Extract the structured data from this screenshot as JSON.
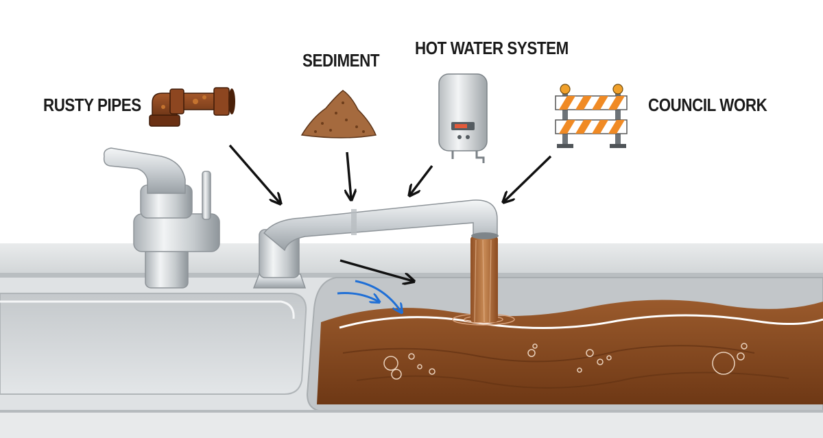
{
  "labels": {
    "rusty_pipes": "RUSTY PIPES",
    "sediment": "SEDIMENT",
    "hot_water_system": "HOT WATER SYSTEM",
    "council_work": "COUNCIL WORK"
  },
  "icons": [
    "rusty-pipe-icon",
    "sediment-pile-icon",
    "water-heater-icon",
    "roadwork-barrier-icon",
    "faucet-icon",
    "sink-icon"
  ],
  "colors": {
    "rusty_water": "#8a4a22",
    "pipe_rust": "#7a3d1c",
    "barrier_orange": "#f08a24",
    "flow_arrow_blue": "#1f6fd6",
    "chrome": "#d6dadd"
  }
}
